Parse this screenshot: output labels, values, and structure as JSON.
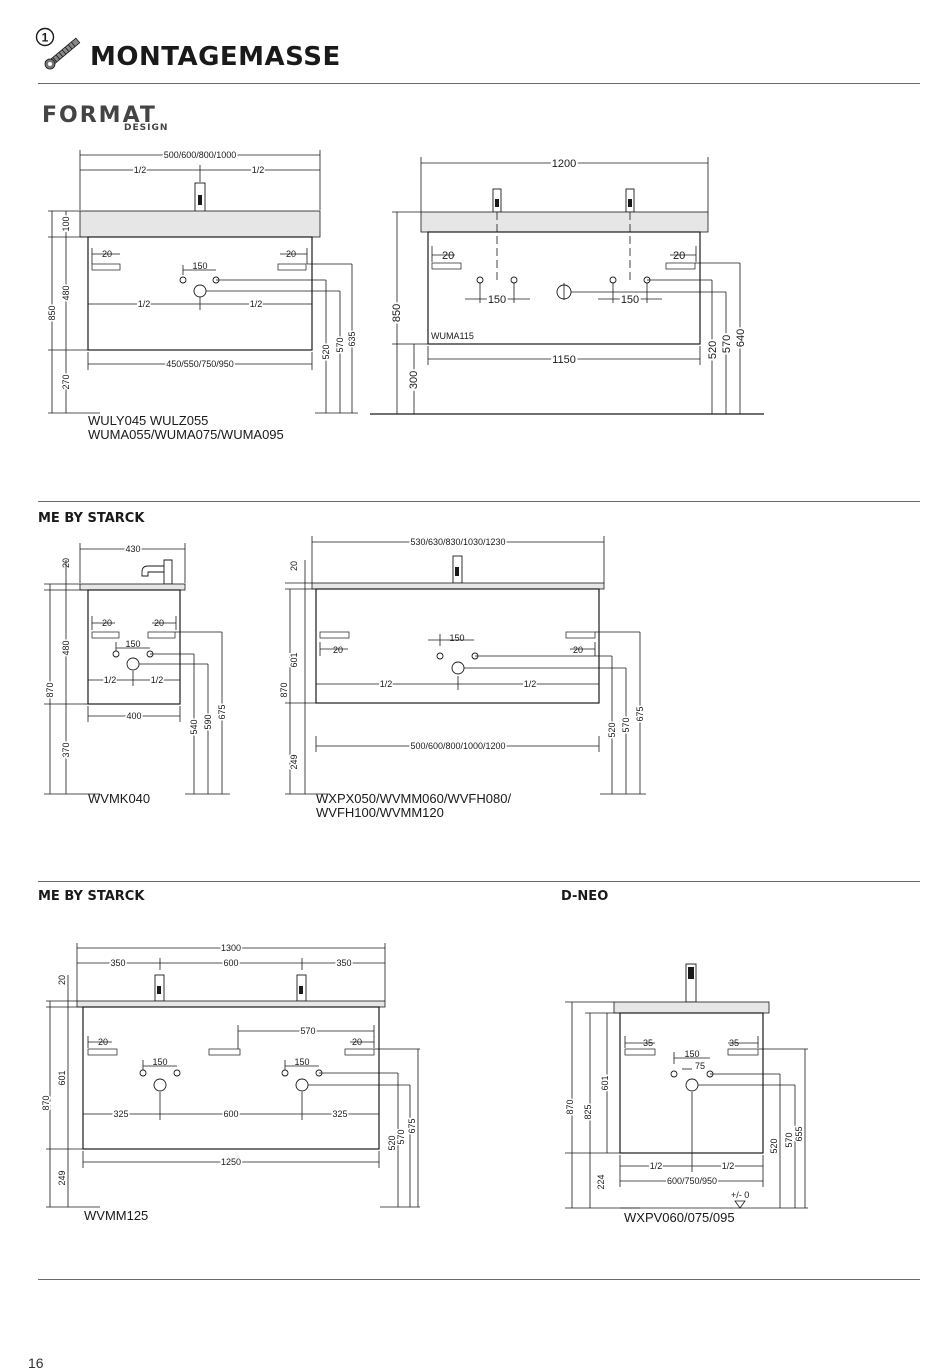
{
  "header": {
    "step_number": "1",
    "title": "MONTAGEMASSE",
    "page_number": "16"
  },
  "brand": {
    "name": "FORMAT",
    "subtitle": "DESIGN"
  },
  "sections": {
    "me_by_starck_1": "ME BY STARCK",
    "me_by_starck_2": "ME BY STARCK",
    "d_neo": "D-NEO"
  },
  "d1": {
    "width_top": "500/600/800/1000",
    "half_a": "1/2",
    "half_b": "1/2",
    "h_top": "100",
    "h_total": "850",
    "h_body": "480",
    "h_bottom": "270",
    "gap_l": "20",
    "gap_r": "20",
    "spacing": "150",
    "inner_half_a": "1/2",
    "inner_half_b": "1/2",
    "width_bottom": "450/550/750/950",
    "v520": "520",
    "v570": "570",
    "v635": "635",
    "models_line1": "WULY045  WULZ055",
    "models_line2": "WUMA055/WUMA075/WUMA095"
  },
  "d2": {
    "width_top": "1200",
    "h_total": "850",
    "h_bottom": "300",
    "gap_l": "20",
    "gap_r": "20",
    "spacing_l": "150",
    "spacing_r": "150",
    "model": "WUMA115",
    "width_bottom": "1150",
    "v520": "520",
    "v570": "570",
    "v640": "640"
  },
  "d3": {
    "width_top": "430",
    "h_top": "20",
    "h_total": "870",
    "h_body": "480",
    "h_bottom": "370",
    "gap_l": "20",
    "gap_r": "20",
    "spacing": "150",
    "half_a": "1/2",
    "half_b": "1/2",
    "width_bottom": "400",
    "v540": "540",
    "v590": "590",
    "v675": "675",
    "model": "WVMK040"
  },
  "d4": {
    "width_top": "530/630/830/1030/1230",
    "h_top": "20",
    "h_body": "601",
    "h_total": "870",
    "h_bottom": "249",
    "spacing": "150",
    "gap_l": "20",
    "gap_r": "20",
    "half_a": "1/2",
    "half_b": "1/2",
    "width_bottom": "500/600/800/1000/1200",
    "v520": "520",
    "v570": "570",
    "v675": "675",
    "models_line1": "WXPX050/WVMM060/WVFH080/",
    "models_line2": "WVFH100/WVMM120"
  },
  "d5": {
    "width_top": "1300",
    "seg_l": "350",
    "seg_m": "600",
    "seg_r": "350",
    "h_top": "20",
    "h_body": "601",
    "h_total": "870",
    "h_bottom": "249",
    "rail_span": "570",
    "gap_l": "20",
    "gap_r": "20",
    "spacing_l": "150",
    "spacing_r": "150",
    "lower_l": "325",
    "lower_m": "600",
    "lower_r": "325",
    "width_bottom": "1250",
    "v520": "520",
    "v570": "570",
    "v675": "675",
    "model": "WVMM125"
  },
  "d6": {
    "h_total": "870",
    "h_825": "825",
    "h_body": "601",
    "h_bottom": "224",
    "gap_l": "35",
    "gap_r": "35",
    "spacing": "150",
    "offset": "75",
    "half_a": "1/2",
    "half_b": "1/2",
    "width_bottom": "600/750/950",
    "tolerance": "+/- 0",
    "v520": "520",
    "v570": "570",
    "v655": "655",
    "model": "WXPV060/075/095"
  }
}
